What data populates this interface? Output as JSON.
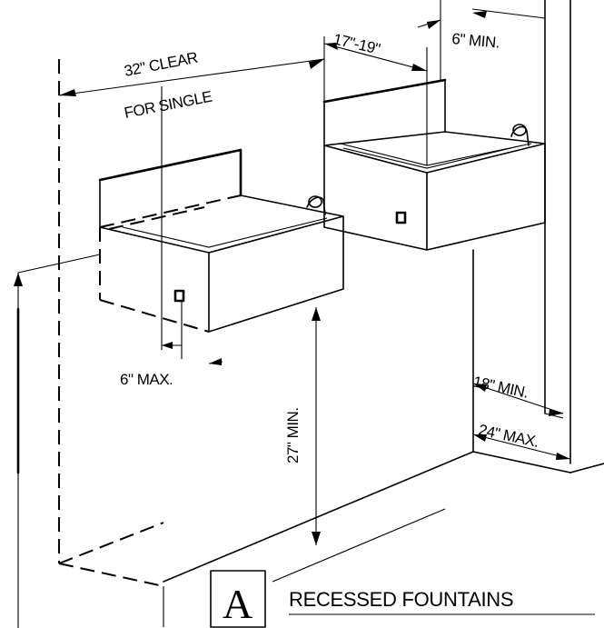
{
  "labels": {
    "clear_width": "32\" CLEAR",
    "for_single": "FOR SINGLE",
    "spout_offset": "17\"-19\"",
    "min_6": "6\" MIN.",
    "max_6": "6\"  MAX.",
    "knee_min": "18\" MIN.",
    "depth_max": "24\" MAX.",
    "height_min": "27\" MIN."
  },
  "title_block": {
    "letter": "A",
    "title": "RECESSED FOUNTAINS"
  }
}
